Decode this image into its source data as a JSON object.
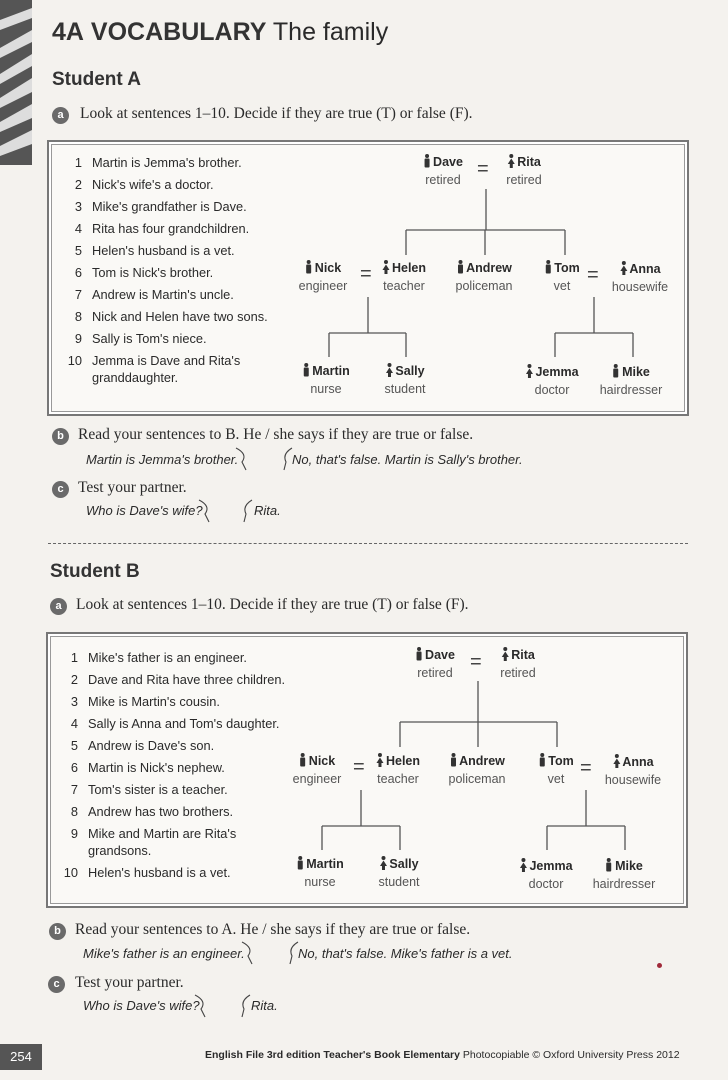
{
  "header": {
    "unit": "4A",
    "section": "VOCABULARY",
    "topic": "The family"
  },
  "studentA": {
    "heading": "Student A",
    "a": {
      "letter": "a",
      "text": "Look at sentences 1–10. Decide if they are true (T) or false (F)."
    },
    "sentences": [
      {
        "n": "1",
        "t": "Martin is Jemma's brother."
      },
      {
        "n": "2",
        "t": "Nick's wife's a doctor."
      },
      {
        "n": "3",
        "t": "Mike's grandfather is Dave."
      },
      {
        "n": "4",
        "t": "Rita has four grandchildren."
      },
      {
        "n": "5",
        "t": "Helen's husband is a vet."
      },
      {
        "n": "6",
        "t": "Tom is Nick's brother."
      },
      {
        "n": "7",
        "t": "Andrew is Martin's uncle."
      },
      {
        "n": "8",
        "t": "Nick and Helen have two sons."
      },
      {
        "n": "9",
        "t": "Sally is Tom's niece."
      },
      {
        "n": "10",
        "t": "Jemma is Dave and Rita's",
        "t2": "granddaughter."
      }
    ],
    "b": {
      "letter": "b",
      "text": "Read your sentences to B. He / she says if they are true or false.",
      "ex1": "Martin is Jemma's brother.",
      "ex2": "No, that's false. Martin is Sally's brother."
    },
    "c": {
      "letter": "c",
      "text": "Test your partner.",
      "ex1": "Who is Dave's wife?",
      "ex2": "Rita."
    }
  },
  "studentB": {
    "heading": "Student B",
    "a": {
      "letter": "a",
      "text": "Look at sentences 1–10. Decide if they are true (T) or false (F)."
    },
    "sentences": [
      {
        "n": "1",
        "t": "Mike's father is an engineer."
      },
      {
        "n": "2",
        "t": "Dave and Rita have three children."
      },
      {
        "n": "3",
        "t": "Mike is Martin's cousin."
      },
      {
        "n": "4",
        "t": "Sally is Anna and Tom's daughter."
      },
      {
        "n": "5",
        "t": "Andrew is Dave's son."
      },
      {
        "n": "6",
        "t": "Martin is Nick's nephew."
      },
      {
        "n": "7",
        "t": "Tom's sister is a teacher."
      },
      {
        "n": "8",
        "t": "Andrew has two brothers."
      },
      {
        "n": "9",
        "t": "Mike and Martin are Rita's",
        "t2": "grandsons."
      },
      {
        "n": "10",
        "t": "Helen's husband is a vet."
      }
    ],
    "b": {
      "letter": "b",
      "text": "Read your sentences to A. He / she says if they are true or false.",
      "ex1": "Mike's father is an engineer.",
      "ex2": "No, that's false. Mike's father is a vet."
    },
    "c": {
      "letter": "c",
      "text": "Test your partner.",
      "ex1": "Who is Dave's wife?",
      "ex2": "Rita."
    }
  },
  "tree": {
    "dave": {
      "name": "Dave",
      "job": "retired"
    },
    "rita": {
      "name": "Rita",
      "job": "retired"
    },
    "nick": {
      "name": "Nick",
      "job": "engineer"
    },
    "helen": {
      "name": "Helen",
      "job": "teacher"
    },
    "andrew": {
      "name": "Andrew",
      "job": "policeman"
    },
    "tom": {
      "name": "Tom",
      "job": "vet"
    },
    "anna": {
      "name": "Anna",
      "job": "housewife"
    },
    "martin": {
      "name": "Martin",
      "job": "nurse"
    },
    "sally": {
      "name": "Sally",
      "job": "student"
    },
    "jemma": {
      "name": "Jemma",
      "job": "doctor"
    },
    "mike": {
      "name": "Mike",
      "job": "hairdresser"
    },
    "equals": "="
  },
  "footer": {
    "page": "254",
    "book": "English File 3rd edition Teacher's Book Elementary",
    "copyright": "Photocopiable © Oxford University Press 2012"
  }
}
